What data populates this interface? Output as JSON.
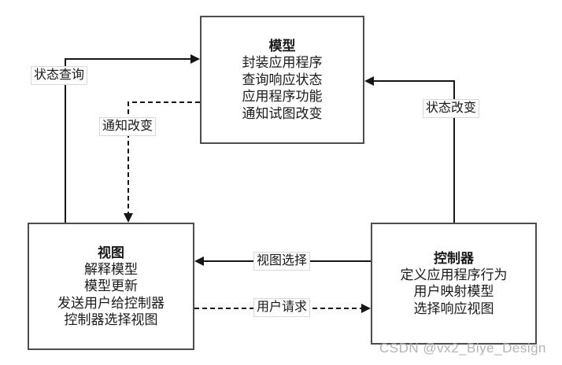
{
  "diagram": {
    "title_hint": "MVC pattern diagram",
    "boxes": {
      "model": {
        "title": "模型",
        "lines": [
          "封装应用程序",
          "查询响应状态",
          "应用程序功能",
          "通知试图改变"
        ]
      },
      "view": {
        "title": "视图",
        "lines": [
          "解释模型",
          "模型更新",
          "发送用户给控制器",
          "控制器选择视图"
        ]
      },
      "controller": {
        "title": "控制器",
        "lines": [
          "定义应用程序行为",
          "用户映射模型",
          "选择响应视图"
        ]
      }
    },
    "edges": {
      "status_query": {
        "label": "状态查询",
        "from": "view",
        "to": "model",
        "style": "solid"
      },
      "notify_change": {
        "label": "通知改变",
        "from": "model",
        "to": "view",
        "style": "dashed"
      },
      "status_change": {
        "label": "状态改变",
        "from": "controller",
        "to": "model",
        "style": "solid"
      },
      "view_select": {
        "label": "视图选择",
        "from": "controller",
        "to": "view",
        "style": "solid"
      },
      "user_request": {
        "label": "用户请求",
        "from": "view",
        "to": "controller",
        "style": "dashed"
      }
    },
    "colors": {
      "line": "#161616",
      "box_border": "#4d4d4d",
      "label_border": "#d9d9d9",
      "watermark": "#b3b3b3",
      "background": "#ffffff"
    }
  },
  "watermark": {
    "text": "CSDN @vx2_Biye_Design"
  }
}
